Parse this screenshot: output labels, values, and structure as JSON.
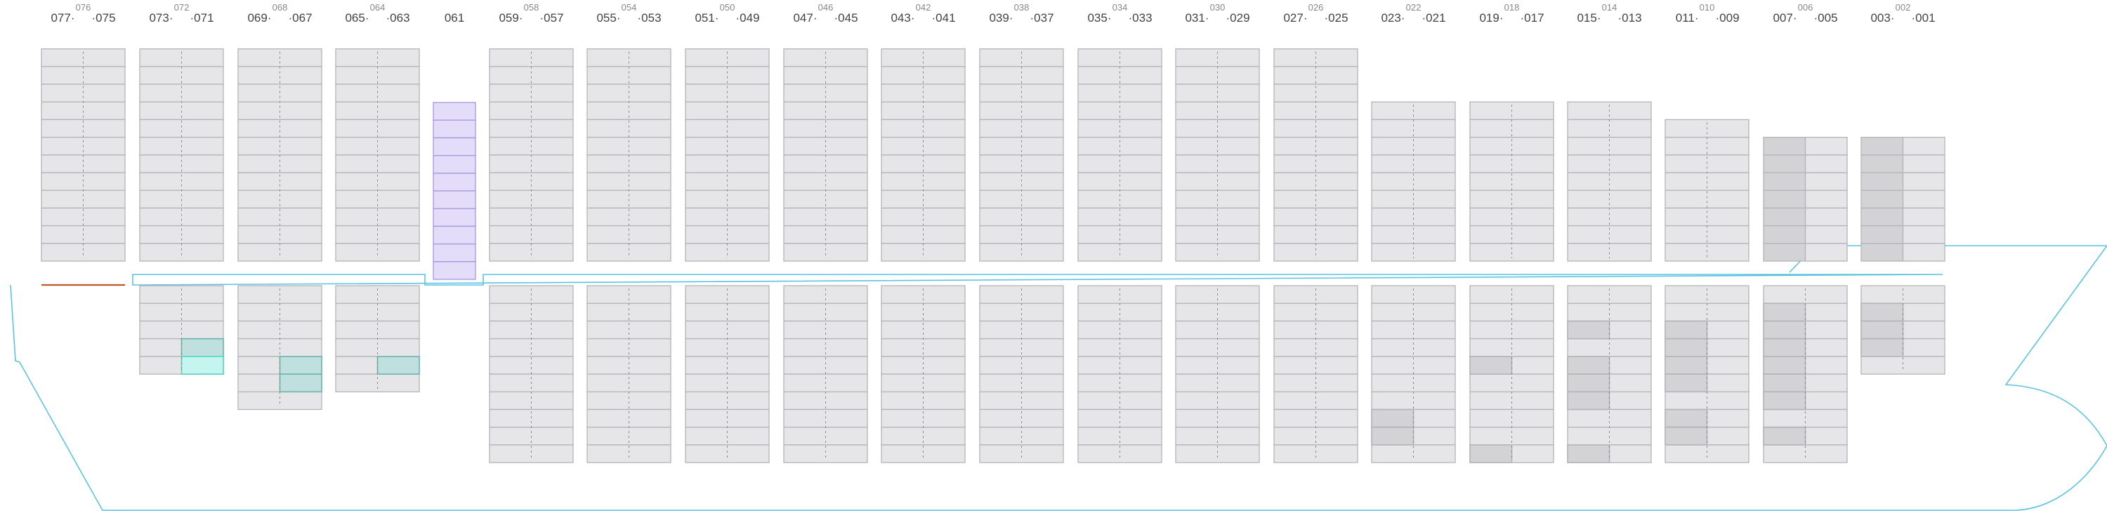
{
  "bays": [
    {
      "id": "b076",
      "even": "076",
      "odd_left": "077",
      "odd_right": "075",
      "deck_tiers": 12,
      "deck_pos": "high",
      "hold_tiers": 0,
      "hold_start": 1,
      "deck_style": "plain",
      "hold_fill": []
    },
    {
      "id": "b072",
      "even": "072",
      "odd_left": "073",
      "odd_right": "071",
      "deck_tiers": 12,
      "deck_pos": "top",
      "hold_tiers": 5,
      "hold_start": 1,
      "deck_style": "plain",
      "hold_fill": [
        {
          "tier": 4,
          "half": "right",
          "color": "teal"
        },
        {
          "tier": 5,
          "half": "right",
          "color": "mint"
        }
      ]
    },
    {
      "id": "b068",
      "even": "068",
      "odd_left": "069",
      "odd_right": "067",
      "deck_tiers": 12,
      "deck_pos": "top",
      "hold_tiers": 7,
      "hold_start": 1,
      "deck_style": "plain",
      "hold_fill": [
        {
          "tier": 5,
          "half": "right",
          "color": "teal"
        },
        {
          "tier": 6,
          "half": "right",
          "color": "teal"
        }
      ]
    },
    {
      "id": "b064",
      "even": "064",
      "odd_left": "065",
      "odd_right": "063",
      "deck_tiers": 12,
      "deck_pos": "top",
      "hold_tiers": 6,
      "hold_start": 1,
      "deck_style": "plain",
      "hold_fill": [
        {
          "tier": 5,
          "half": "right",
          "color": "teal"
        }
      ]
    },
    {
      "id": "b061",
      "even": "",
      "odd_left": "",
      "odd_right": "",
      "single": "061",
      "deck_tiers": 10,
      "deck_pos": "mid",
      "hold_tiers": 0,
      "hold_start": 1,
      "deck_style": "purple",
      "hold_fill": []
    },
    {
      "id": "b058",
      "even": "058",
      "odd_left": "059",
      "odd_right": "057",
      "deck_tiers": 12,
      "deck_pos": "top",
      "hold_tiers": 10,
      "hold_start": 1,
      "deck_style": "plain",
      "hold_fill": []
    },
    {
      "id": "b054",
      "even": "054",
      "odd_left": "055",
      "odd_right": "053",
      "deck_tiers": 12,
      "deck_pos": "top",
      "hold_tiers": 10,
      "hold_start": 1,
      "deck_style": "plain",
      "hold_fill": []
    },
    {
      "id": "b050",
      "even": "050",
      "odd_left": "051",
      "odd_right": "049",
      "deck_tiers": 12,
      "deck_pos": "top",
      "hold_tiers": 10,
      "hold_start": 1,
      "deck_style": "plain",
      "hold_fill": []
    },
    {
      "id": "b046",
      "even": "046",
      "odd_left": "047",
      "odd_right": "045",
      "deck_tiers": 12,
      "deck_pos": "top",
      "hold_tiers": 10,
      "hold_start": 1,
      "deck_style": "plain",
      "hold_fill": []
    },
    {
      "id": "b042",
      "even": "042",
      "odd_left": "043",
      "odd_right": "041",
      "deck_tiers": 12,
      "deck_pos": "top",
      "hold_tiers": 10,
      "hold_start": 1,
      "deck_style": "plain",
      "hold_fill": []
    },
    {
      "id": "b038",
      "even": "038",
      "odd_left": "039",
      "odd_right": "037",
      "deck_tiers": 12,
      "deck_pos": "top",
      "hold_tiers": 10,
      "hold_start": 1,
      "deck_style": "plain",
      "hold_fill": []
    },
    {
      "id": "b034",
      "even": "034",
      "odd_left": "035",
      "odd_right": "033",
      "deck_tiers": 12,
      "deck_pos": "top",
      "hold_tiers": 10,
      "hold_start": 1,
      "deck_style": "plain",
      "hold_fill": []
    },
    {
      "id": "b030",
      "even": "030",
      "odd_left": "031",
      "odd_right": "029",
      "deck_tiers": 12,
      "deck_pos": "top",
      "hold_tiers": 10,
      "hold_start": 1,
      "deck_style": "plain",
      "hold_fill": []
    },
    {
      "id": "b026",
      "even": "026",
      "odd_left": "027",
      "odd_right": "025",
      "deck_tiers": 12,
      "deck_pos": "top",
      "hold_tiers": 10,
      "hold_start": 1,
      "deck_style": "plain",
      "hold_fill": []
    },
    {
      "id": "b022",
      "even": "022",
      "odd_left": "023",
      "odd_right": "021",
      "deck_tiers": 9,
      "deck_pos": "bottom",
      "hold_tiers": 10,
      "hold_start": 1,
      "deck_style": "plain",
      "hold_fill": [
        {
          "tier": 8,
          "half": "left",
          "color": "grey"
        },
        {
          "tier": 9,
          "half": "left",
          "color": "grey"
        }
      ]
    },
    {
      "id": "b018",
      "even": "018",
      "odd_left": "019",
      "odd_right": "017",
      "deck_tiers": 9,
      "deck_pos": "bottom",
      "hold_tiers": 10,
      "hold_start": 1,
      "deck_style": "plain",
      "hold_fill": [
        {
          "tier": 5,
          "half": "left",
          "color": "grey"
        },
        {
          "tier": 10,
          "half": "left",
          "color": "grey"
        }
      ]
    },
    {
      "id": "b014",
      "even": "014",
      "odd_left": "015",
      "odd_right": "013",
      "deck_tiers": 9,
      "deck_pos": "bottom",
      "hold_tiers": 10,
      "hold_start": 1,
      "deck_style": "plain",
      "hold_fill": [
        {
          "tier": 3,
          "half": "left",
          "color": "grey"
        },
        {
          "tier": 5,
          "half": "left",
          "color": "grey"
        },
        {
          "tier": 6,
          "half": "left",
          "color": "grey"
        },
        {
          "tier": 7,
          "half": "left",
          "color": "grey"
        },
        {
          "tier": 10,
          "half": "left",
          "color": "grey"
        }
      ]
    },
    {
      "id": "b010",
      "even": "010",
      "odd_left": "011",
      "odd_right": "009",
      "deck_tiers": 8,
      "deck_pos": "bottom",
      "hold_tiers": 10,
      "hold_start": 1,
      "deck_style": "plain",
      "hold_fill": [
        {
          "tier": 3,
          "half": "left",
          "color": "grey"
        },
        {
          "tier": 4,
          "half": "left",
          "color": "grey"
        },
        {
          "tier": 5,
          "half": "left",
          "color": "grey"
        },
        {
          "tier": 6,
          "half": "left",
          "color": "grey"
        },
        {
          "tier": 8,
          "half": "left",
          "color": "grey"
        },
        {
          "tier": 9,
          "half": "left",
          "color": "grey"
        }
      ]
    },
    {
      "id": "b006",
      "even": "006",
      "odd_left": "007",
      "odd_right": "005",
      "deck_tiers": 7,
      "deck_pos": "bottom",
      "hold_tiers": 10,
      "hold_start": 1,
      "deck_style": "greyleft",
      "hold_fill": [
        {
          "tier": 2,
          "half": "left",
          "color": "grey"
        },
        {
          "tier": 3,
          "half": "left",
          "color": "grey"
        },
        {
          "tier": 4,
          "half": "left",
          "color": "grey"
        },
        {
          "tier": 5,
          "half": "left",
          "color": "grey"
        },
        {
          "tier": 6,
          "half": "left",
          "color": "grey"
        },
        {
          "tier": 7,
          "half": "left",
          "color": "grey"
        },
        {
          "tier": 9,
          "half": "left",
          "color": "grey"
        }
      ]
    },
    {
      "id": "b002",
      "even": "002",
      "odd_left": "003",
      "odd_right": "001",
      "deck_tiers": 7,
      "deck_pos": "bottom",
      "hold_tiers": 5,
      "hold_start": 1,
      "deck_style": "greyleft",
      "hold_fill": [
        {
          "tier": 2,
          "half": "left",
          "color": "grey"
        },
        {
          "tier": 3,
          "half": "left",
          "color": "grey"
        },
        {
          "tier": 4,
          "half": "left",
          "color": "grey"
        }
      ]
    }
  ],
  "colors": {
    "cell_fill": "#e6e6e8",
    "cell_stroke": "#b4b4b8",
    "purple_fill": "#e4ddfa",
    "purple_stroke": "#a698dc",
    "grey_fill": "#d3d3d5",
    "teal_fill": "#bfe0de",
    "teal_stroke": "#6bb4b0",
    "mint_fill": "#c6f5ef",
    "mint_stroke": "#4fd4c4",
    "hull_stroke": "#5bc4e0",
    "orange_stroke": "#c0552a",
    "divider": "#8a8a8e"
  }
}
